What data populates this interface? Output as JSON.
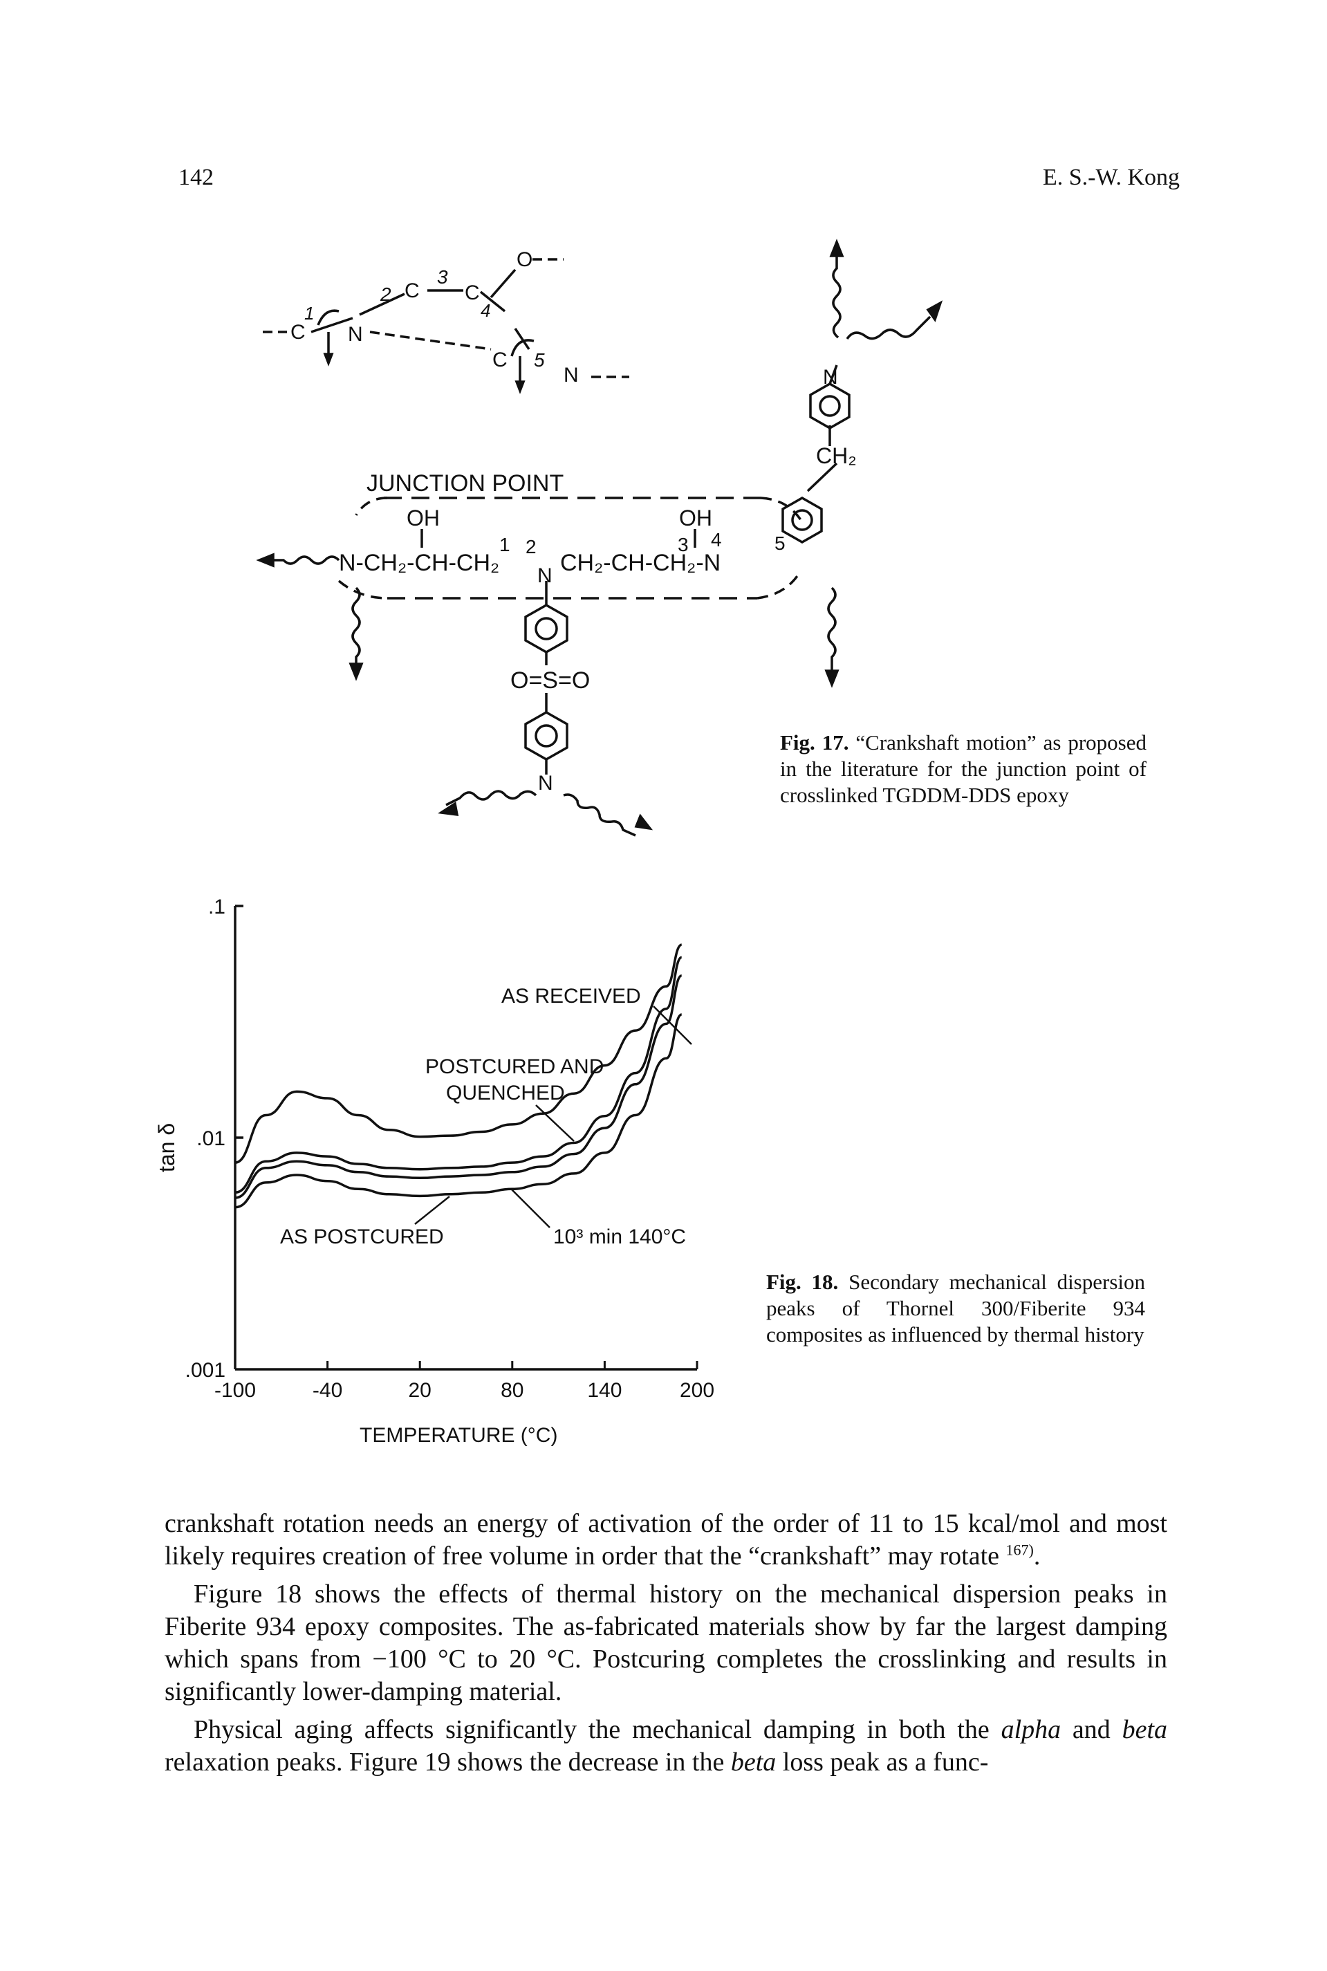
{
  "header": {
    "page_number": "142",
    "author": "E. S.-W. Kong"
  },
  "figure17": {
    "fig_label": "Fig. 17.",
    "caption_text": "“Crankshaft motion” as proposed in the literature for the junction point of crosslinked TGDDM-DDS epoxy",
    "labels": {
      "junction_point": "JUNCTION POINT",
      "oh_left": "OH",
      "oh_right": "OH",
      "backbone_left": "N-CH₂-CH-CH₂",
      "n_center": "N",
      "backbone_right": "CH₂-CH-CH₂-N",
      "sulfone": "O=S=O",
      "n_bottom": "N",
      "n_top_right": "N",
      "ch2_top_right": "CH₂",
      "crank_c1": "C",
      "crank_n1": "N",
      "crank_c2": "C",
      "crank_c3": "C",
      "crank_o": "O",
      "crank_c4": "C",
      "crank_n2": "N",
      "num1": "1",
      "num2": "2",
      "num3": "3",
      "num4": "4",
      "num5": "5"
    }
  },
  "figure18": {
    "fig_label": "Fig. 18.",
    "caption_text": "Secondary mechanical dispersion peaks of Thornel 300/Fiberite 934 composites as influenced by thermal history"
  },
  "chart_data": {
    "type": "line",
    "title": "",
    "xlabel": "TEMPERATURE (°C)",
    "ylabel": "tan δ",
    "y_scale": "log",
    "xlim": [
      -100,
      200
    ],
    "ylim": [
      0.001,
      0.1
    ],
    "x_ticks": [
      "-100",
      "-40",
      "20",
      "80",
      "140",
      "200"
    ],
    "y_ticks": [
      ".1",
      ".01",
      ".001"
    ],
    "annotations": [
      "AS RECEIVED",
      "POSTCURED AND QUENCHED",
      "AS POSTCURED",
      "10³ min 140°C"
    ],
    "series": [
      {
        "name": "AS RECEIVED",
        "x": [
          -100,
          -80,
          -60,
          -40,
          -20,
          0,
          20,
          40,
          60,
          80,
          100,
          120,
          140,
          160,
          180,
          190
        ],
        "y": [
          0.0078,
          0.0125,
          0.0158,
          0.0148,
          0.0125,
          0.0108,
          0.0101,
          0.0102,
          0.0106,
          0.0114,
          0.0127,
          0.0155,
          0.0205,
          0.029,
          0.045,
          0.068
        ]
      },
      {
        "name": "POSTCURED AND QUENCHED",
        "x": [
          -100,
          -80,
          -60,
          -40,
          -20,
          0,
          20,
          40,
          60,
          80,
          100,
          120,
          140,
          160,
          180,
          190
        ],
        "y": [
          0.0058,
          0.0079,
          0.0086,
          0.0083,
          0.0077,
          0.0074,
          0.0073,
          0.0074,
          0.0075,
          0.0078,
          0.0083,
          0.0095,
          0.0124,
          0.019,
          0.036,
          0.06
        ]
      },
      {
        "name": "AS POSTCURED",
        "x": [
          -100,
          -80,
          -60,
          -40,
          -20,
          0,
          20,
          40,
          60,
          80,
          100,
          120,
          140,
          160,
          180,
          190
        ],
        "y": [
          0.0055,
          0.0074,
          0.0079,
          0.0076,
          0.0071,
          0.0068,
          0.0067,
          0.0068,
          0.0069,
          0.0071,
          0.0075,
          0.0085,
          0.011,
          0.017,
          0.031,
          0.05
        ]
      },
      {
        "name": "10³ min 140°C",
        "x": [
          -100,
          -80,
          -60,
          -40,
          -20,
          0,
          20,
          40,
          60,
          80,
          100,
          120,
          140,
          160,
          180,
          190
        ],
        "y": [
          0.005,
          0.0064,
          0.0069,
          0.0065,
          0.006,
          0.0057,
          0.0056,
          0.0057,
          0.0058,
          0.006,
          0.0063,
          0.007,
          0.0086,
          0.0125,
          0.022,
          0.034
        ]
      }
    ]
  },
  "body": {
    "p1_line1": "crankshaft rotation needs an energy of activation of the order of 11 to 15 kcal/mol and most likely requires creation of free volume in order that the “crankshaft” may rotate",
    "p1_ref": "167)",
    "p1_end": ".",
    "p2": "Figure 18 shows the effects of thermal history on the mechanical dispersion peaks in Fiberite 934 epoxy composites. The as-fabricated materials show by far the largest damping which spans from −100 °C to 20 °C. Postcuring completes the crosslinking and results in significantly lower-damping material.",
    "p3_a": "Physical aging affects significantly the mechanical damping in both the",
    "p3_alpha": "alpha",
    "p3_b": "and",
    "p3_beta": "beta",
    "p3_c": "relaxation peaks. Figure 19 shows the decrease in the",
    "p3_beta2": "beta",
    "p3_d": "loss peak as a func-"
  }
}
